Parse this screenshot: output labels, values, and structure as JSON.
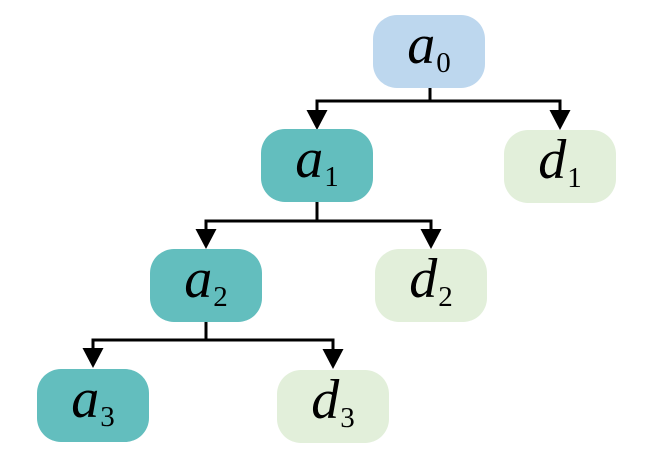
{
  "diagram": {
    "kind": "tree",
    "background": "#ffffff",
    "nodes": [
      {
        "id": "a0",
        "base": "a",
        "sub": "0",
        "fill": "#bdd7ee"
      },
      {
        "id": "a1",
        "base": "a",
        "sub": "1",
        "fill": "#63bebe"
      },
      {
        "id": "d1",
        "base": "d",
        "sub": "1",
        "fill": "#e2efda"
      },
      {
        "id": "a2",
        "base": "a",
        "sub": "2",
        "fill": "#63bebe"
      },
      {
        "id": "d2",
        "base": "d",
        "sub": "2",
        "fill": "#e2efda"
      },
      {
        "id": "a3",
        "base": "a",
        "sub": "3",
        "fill": "#63bebe"
      },
      {
        "id": "d3",
        "base": "d",
        "sub": "3",
        "fill": "#e2efda"
      }
    ],
    "edges": [
      {
        "from": "a0",
        "to": "a1"
      },
      {
        "from": "a0",
        "to": "d1"
      },
      {
        "from": "a1",
        "to": "a2"
      },
      {
        "from": "a1",
        "to": "d2"
      },
      {
        "from": "a2",
        "to": "a3"
      },
      {
        "from": "a2",
        "to": "d3"
      }
    ],
    "colors": {
      "root_fill": "#bdd7ee",
      "approximation_fill": "#63bebe",
      "detail_fill": "#e2efda",
      "edge_stroke": "#000000",
      "text": "#000000",
      "background": "#ffffff"
    }
  }
}
